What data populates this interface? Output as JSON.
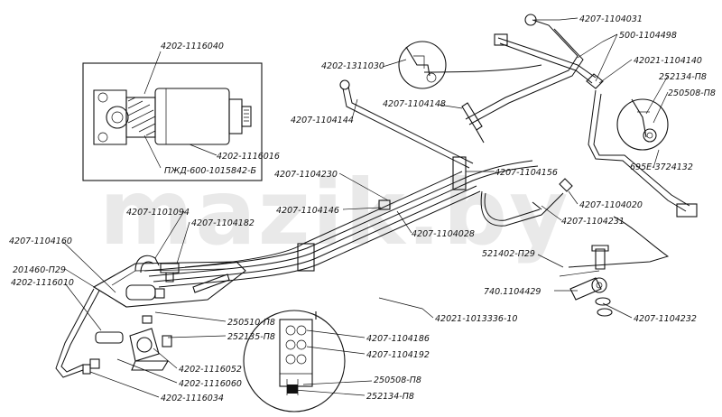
{
  "watermark": "mazik.by",
  "labels": [
    "4202-1116040",
    "4202-1116016",
    "ПЖД-600-1015842-Б",
    "4202-1311030",
    "4207-1104148",
    "4207-1104144",
    "4207-1104031",
    "500-1104498",
    "42021-1104140",
    "252134-П8",
    "250508-П8",
    "695Е-3724132",
    "4207-1104156",
    "4207-1104230",
    "4207-1104146",
    "4207-1101094",
    "4207-1104182",
    "4207-1104028",
    "4207-1104020",
    "4207-1104231",
    "521402-П29",
    "4207-1104160",
    "201460-П29",
    "4202-1116010",
    "250510-П8",
    "252135-П8",
    "740.1104429",
    "4207-1104232",
    "42021-1013336-10",
    "4207-1104186",
    "4207-1104192",
    "250508-П8",
    "252134-П8",
    "4202-1116052",
    "4202-1116060",
    "4202-1116034"
  ]
}
